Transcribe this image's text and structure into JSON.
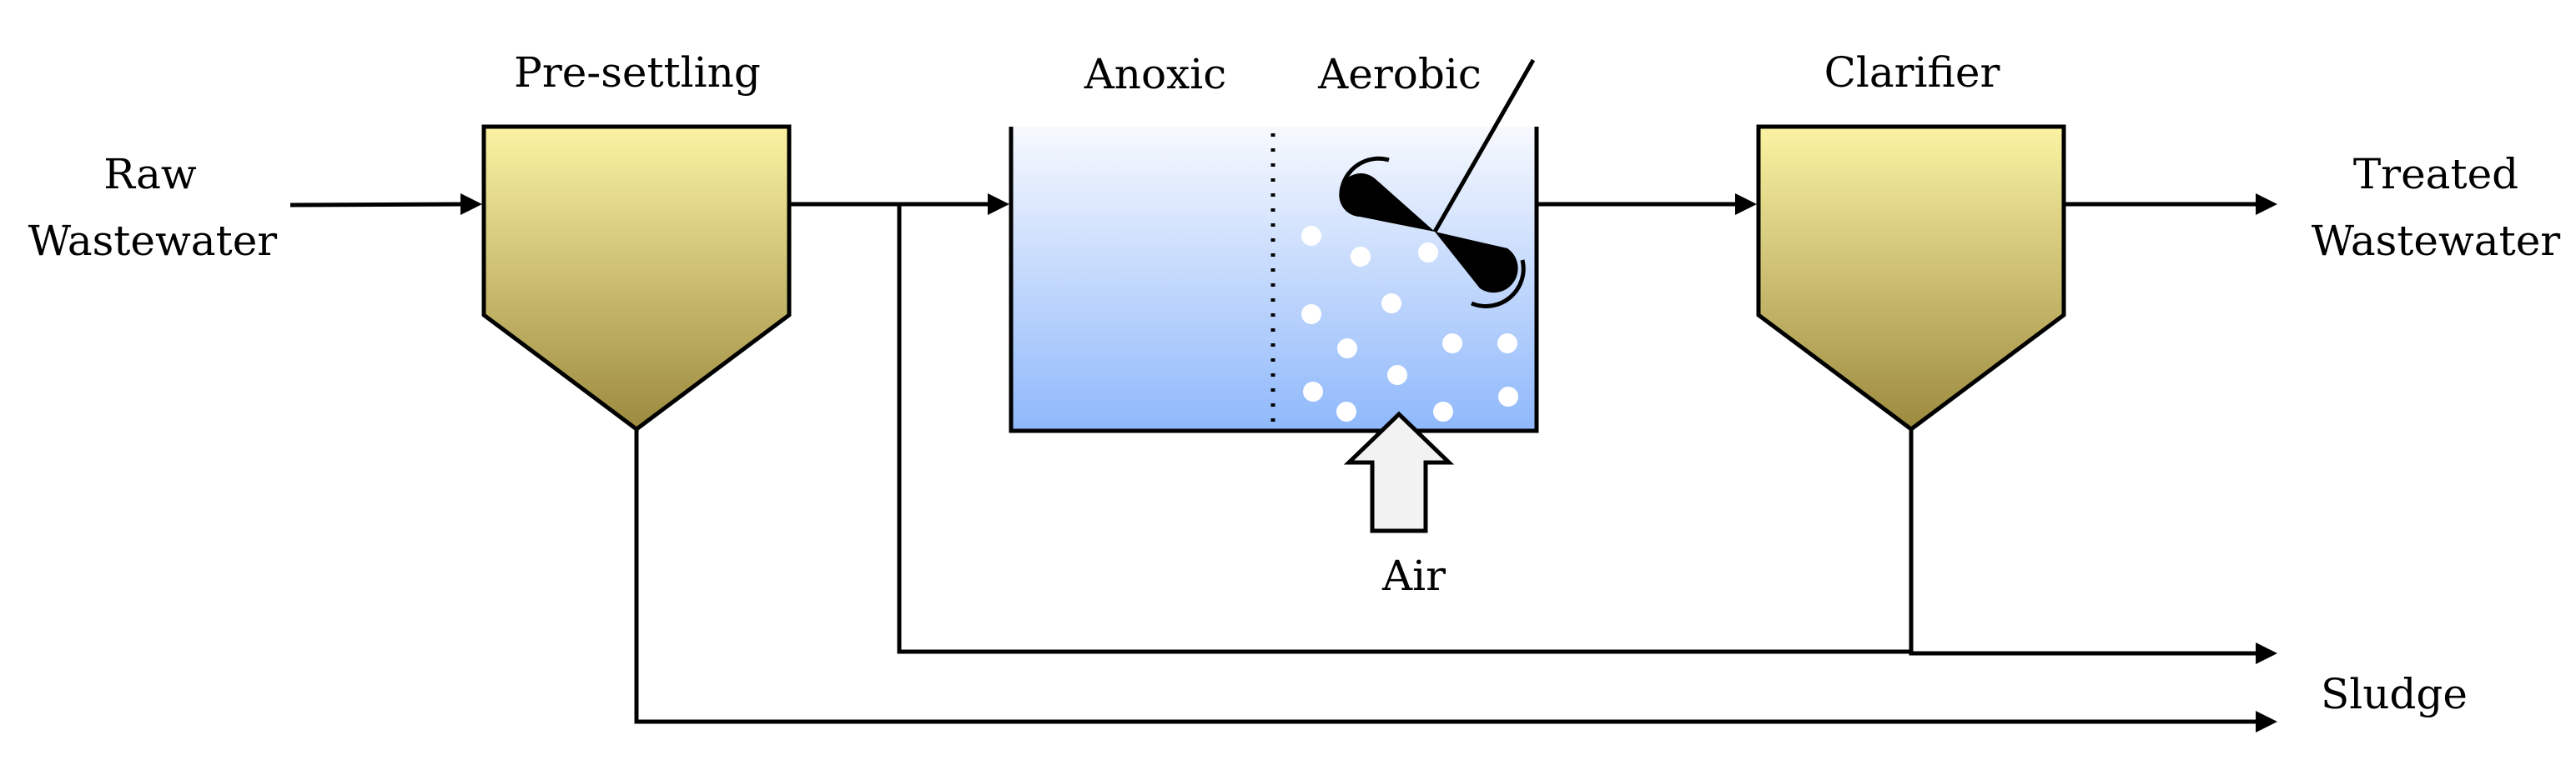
{
  "labels": {
    "raw_line1": "Raw",
    "raw_line2": "Wastewater",
    "presettling": "Pre-settling",
    "anoxic": "Anoxic",
    "aerobic": "Aerobic",
    "clarifier": "Clarifier",
    "treated_line1": "Treated",
    "treated_line2": "Wastewater",
    "air": "Air",
    "sludge": "Sludge"
  },
  "colors": {
    "settler_top": "#fbf3a3",
    "settler_bottom": "#9c8a3f",
    "tank_top": "#f7f9fe",
    "tank_bottom": "#8fb8fb",
    "air_arrow": "#f2f2f2",
    "line": "#000000"
  }
}
